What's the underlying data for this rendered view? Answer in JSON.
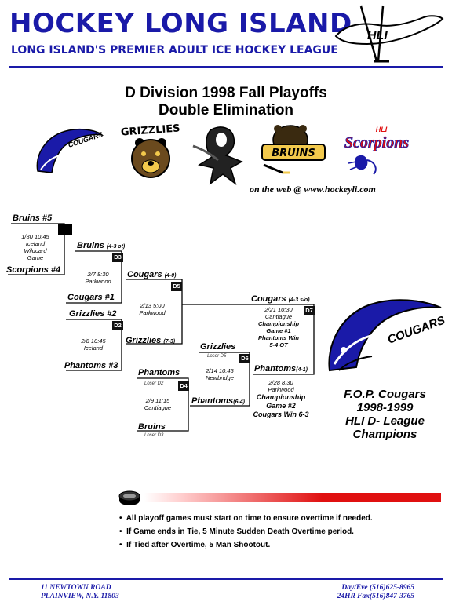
{
  "header": {
    "title": "HOCKEY LONG ISLAND",
    "subtitle": "LONG ISLAND'S PREMIER ADULT ICE HOCKEY LEAGUE",
    "logo_text": "HLI"
  },
  "page": {
    "title_line1": "D Division 1998 Fall Playoffs",
    "title_line2": "Double Elimination",
    "web": "on the web @ www.hockeyli.com"
  },
  "logos": {
    "grizzlies": "GRIZZLIES",
    "bruins": "BRUINS",
    "scorpions_top": "HLI",
    "scorpions": "Scorpions",
    "cougars": "COUGARS"
  },
  "bracket": {
    "teams": {
      "bruins5": "Bruins #5",
      "scorpions4": "Scorpions #4",
      "bruins_d3": "Bruins",
      "bruins_d3_rec": "(4-3 ot)",
      "cougars1": "Cougars #1",
      "cougars_d5": "Cougars",
      "cougars_d5_rec": "(4-0)",
      "grizzlies2": "Grizzlies #2",
      "phantoms3": "Phantoms #3",
      "grizzlies_d5": "Grizzlies",
      "grizzlies_d5_rec": "(7-3)",
      "cougars_d7": "Cougars",
      "cougars_d7_rec": "(4-3 s/o)",
      "grizzlies_d6": "Grizzlies",
      "phantoms_d6": "Phantoms",
      "phantoms_d6_rec": "(4-1)",
      "phantoms_d4": "Phantoms",
      "bruins_d4": "Bruins",
      "phantoms_d4w": "Phantoms",
      "phantoms_d4w_rec": "(6-4)"
    },
    "games": {
      "wildcard": [
        "1/30 10:45",
        "Iceland",
        "Wildcard",
        "Game"
      ],
      "d3": [
        "2/7 8:30",
        "Parkwood"
      ],
      "d5": [
        "2/13 5:00",
        "Parkwood"
      ],
      "d2": [
        "2/8 10:45",
        "Iceland"
      ],
      "d6": [
        "2/14 10:45",
        "Newbridge"
      ],
      "d4": [
        "2/9 11:15",
        "Cantiague"
      ],
      "d7": [
        "2/21 10:30",
        "Cantiague",
        "Championship",
        "Game #1",
        "Phantoms Win",
        "5-4 OT"
      ],
      "d8": [
        "2/28 8:30",
        "Parkwood",
        "Championship",
        "Game #2",
        "Cougars Win 6-3"
      ]
    },
    "boxes": {
      "d3": "D3",
      "d5": "D5",
      "d2": "D2",
      "d6": "D6",
      "d4": "D4",
      "d7": "D7"
    },
    "notes": {
      "loser_d5": "Loser D5",
      "loser_d2": "Loser D2",
      "loser_d3": "Loser D3"
    }
  },
  "champions": {
    "line1": "F.O.P. Cougars",
    "line2": "1998-1999",
    "line3": "HLI D- League",
    "line4": "Champions"
  },
  "rules": [
    "All playoff games must start on time to ensure overtime if needed.",
    "If Game ends in Tie,  5 Minute Sudden Death Overtime period.",
    "If Tied after Overtime, 5 Man Shootout."
  ],
  "footer": {
    "address1": "11 NEWTOWN ROAD",
    "address2": "PLAINVIEW, N.Y.  11803",
    "phone1": "Day/Eve (516)625-8965",
    "phone2": "24HR Fax(516)847-3765"
  },
  "colors": {
    "brand": "#1a1aa8",
    "bar_start": "#ffffff",
    "bar_end": "#e01010"
  }
}
